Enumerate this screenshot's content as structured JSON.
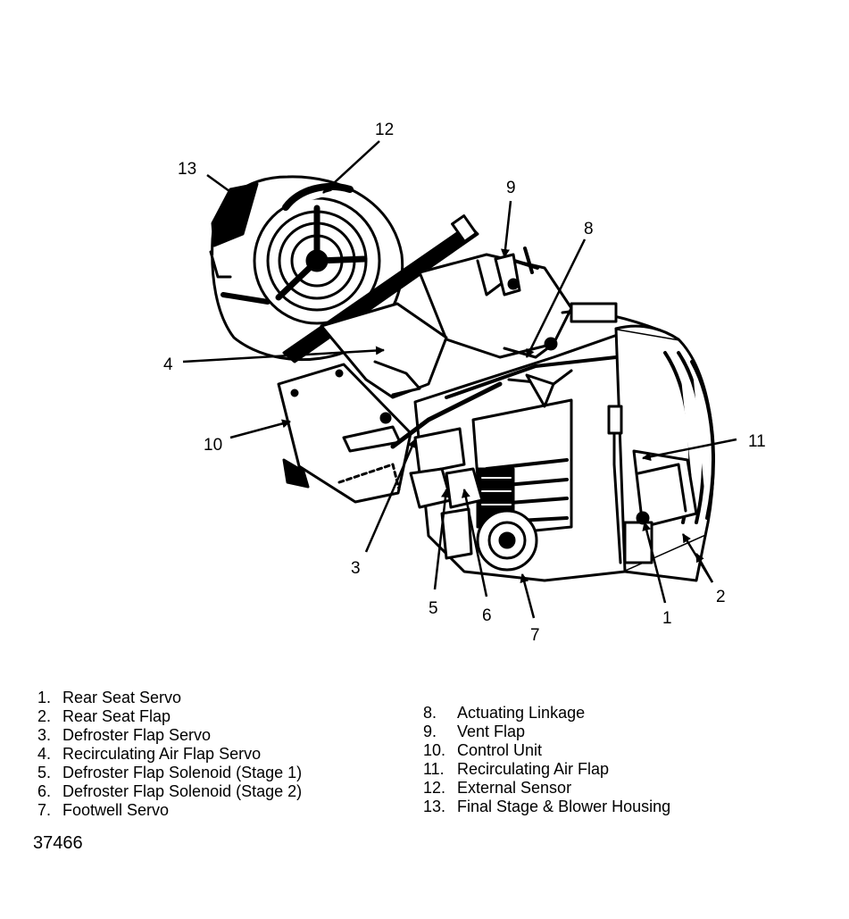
{
  "diagram": {
    "callouts": [
      "1",
      "2",
      "3",
      "4",
      "5",
      "6",
      "7",
      "8",
      "9",
      "10",
      "11",
      "12",
      "13"
    ]
  },
  "legend": {
    "left": [
      {
        "num": "1.",
        "label": "Rear Seat Servo"
      },
      {
        "num": "2.",
        "label": "Rear Seat Flap"
      },
      {
        "num": "3.",
        "label": "Defroster Flap Servo"
      },
      {
        "num": "4.",
        "label": "Recirculating Air Flap Servo"
      },
      {
        "num": "5.",
        "label": "Defroster Flap Solenoid (Stage 1)"
      },
      {
        "num": "6.",
        "label": "Defroster Flap Solenoid (Stage 2)"
      },
      {
        "num": "7.",
        "label": "Footwell Servo"
      }
    ],
    "right": [
      {
        "num": "8.",
        "label": "Actuating Linkage"
      },
      {
        "num": "9.",
        "label": "Vent Flap"
      },
      {
        "num": "10.",
        "label": "Control Unit"
      },
      {
        "num": "11.",
        "label": "Recirculating Air Flap"
      },
      {
        "num": "12.",
        "label": "External Sensor"
      },
      {
        "num": "13.",
        "label": "Final Stage & Blower Housing"
      }
    ]
  },
  "figure_id": "37466"
}
